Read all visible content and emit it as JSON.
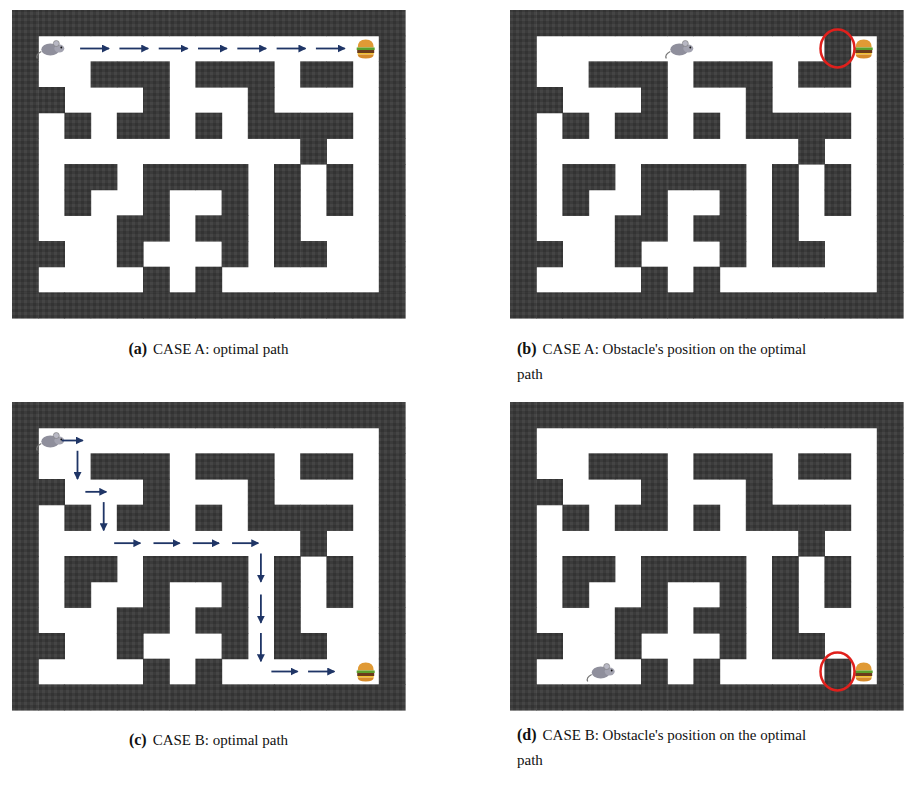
{
  "diagram": {
    "labels": [
      "(a)",
      "CASE A: optimal path",
      "(b)",
      "CASE A: Obstacle's position on the optimal path",
      "(c)",
      "CASE B: optimal path",
      "(d)",
      "CASE B: Obstacle's position on the optimal path"
    ]
  }
}
